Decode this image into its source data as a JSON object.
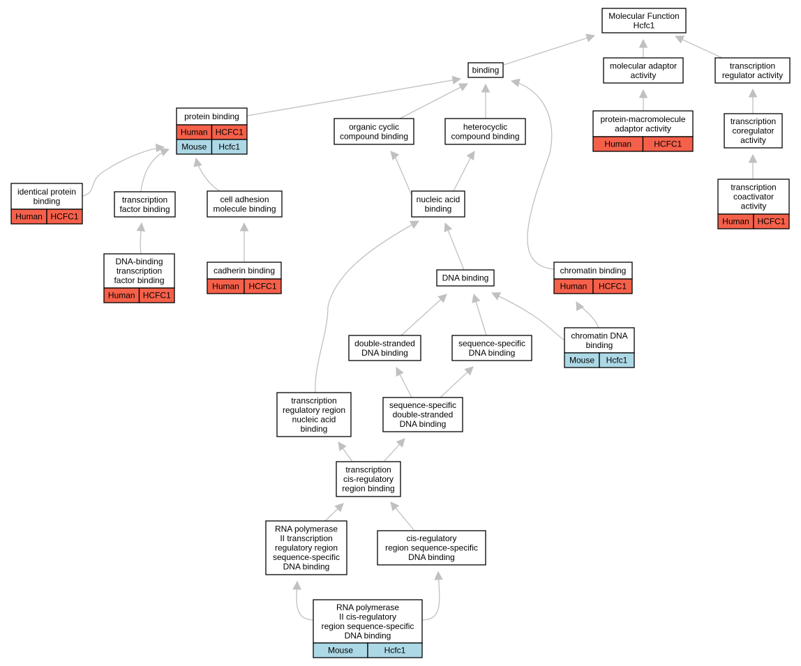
{
  "colors": {
    "human": "#f5604a",
    "mouse": "#add8e6",
    "edge": "#c0c0c0",
    "node_border": "#000000",
    "background": "#ffffff"
  },
  "nodes": {
    "molecular_function": {
      "lines": [
        "Molecular Function",
        "Hcfc1"
      ]
    },
    "binding": {
      "lines": [
        "binding"
      ]
    },
    "molecular_adaptor_activity": {
      "lines": [
        "molecular adaptor",
        "activity"
      ]
    },
    "transcription_regulator_activity": {
      "lines": [
        "transcription",
        "regulator activity"
      ]
    },
    "protein_binding": {
      "lines": [
        "protein binding"
      ],
      "annotations": [
        {
          "species": "Human",
          "gene": "HCFC1"
        },
        {
          "species": "Mouse",
          "gene": "Hcfc1"
        }
      ]
    },
    "organic_cyclic_compound_binding": {
      "lines": [
        "organic cyclic",
        "compound binding"
      ]
    },
    "heterocyclic_compound_binding": {
      "lines": [
        "heterocyclic",
        "compound binding"
      ]
    },
    "protein_macromolecule_adaptor_activity": {
      "lines": [
        "protein-macromolecule",
        "adaptor activity"
      ],
      "annotations": [
        {
          "species": "Human",
          "gene": "HCFC1"
        }
      ]
    },
    "transcription_coregulator_activity": {
      "lines": [
        "transcription",
        "coregulator",
        "activity"
      ]
    },
    "identical_protein_binding": {
      "lines": [
        "identical protein",
        "binding"
      ],
      "annotations": [
        {
          "species": "Human",
          "gene": "HCFC1"
        }
      ]
    },
    "transcription_factor_binding": {
      "lines": [
        "transcription",
        "factor binding"
      ]
    },
    "cell_adhesion_molecule_binding": {
      "lines": [
        "cell adhesion",
        "molecule binding"
      ]
    },
    "nucleic_acid_binding": {
      "lines": [
        "nucleic acid",
        "binding"
      ]
    },
    "transcription_coactivator_activity": {
      "lines": [
        "transcription",
        "coactivator",
        "activity"
      ],
      "annotations": [
        {
          "species": "Human",
          "gene": "HCFC1"
        }
      ]
    },
    "dna_binding_transcription_factor_binding": {
      "lines": [
        "DNA-binding",
        "transcription",
        "factor binding"
      ],
      "annotations": [
        {
          "species": "Human",
          "gene": "HCFC1"
        }
      ]
    },
    "cadherin_binding": {
      "lines": [
        "cadherin binding"
      ],
      "annotations": [
        {
          "species": "Human",
          "gene": "HCFC1"
        }
      ]
    },
    "dna_binding": {
      "lines": [
        "DNA binding"
      ]
    },
    "chromatin_binding": {
      "lines": [
        "chromatin binding"
      ],
      "annotations": [
        {
          "species": "Human",
          "gene": "HCFC1"
        }
      ]
    },
    "double_stranded_dna_binding": {
      "lines": [
        "double-stranded",
        "DNA binding"
      ]
    },
    "sequence_specific_dna_binding": {
      "lines": [
        "sequence-specific",
        "DNA binding"
      ]
    },
    "chromatin_dna_binding": {
      "lines": [
        "chromatin DNA",
        "binding"
      ],
      "annotations": [
        {
          "species": "Mouse",
          "gene": "Hcfc1"
        }
      ]
    },
    "transcription_regulatory_region_nucleic_acid_binding": {
      "lines": [
        "transcription",
        "regulatory region",
        "nucleic acid",
        "binding"
      ]
    },
    "sequence_specific_double_stranded_dna_binding": {
      "lines": [
        "sequence-specific",
        "double-stranded",
        "DNA binding"
      ]
    },
    "transcription_cis_regulatory_region_binding": {
      "lines": [
        "transcription",
        "cis-regulatory",
        "region binding"
      ]
    },
    "rna_pol_ii_transcription_regulatory_region_seq_specific_dna_binding": {
      "lines": [
        "RNA polymerase",
        "II transcription",
        "regulatory region",
        "sequence-specific",
        "DNA binding"
      ]
    },
    "cis_regulatory_region_sequence_specific_dna_binding": {
      "lines": [
        "cis-regulatory",
        "region sequence-specific",
        "DNA binding"
      ]
    },
    "rna_pol_ii_cis_regulatory_region_seq_specific_dna_binding": {
      "lines": [
        "RNA polymerase",
        "II cis-regulatory",
        "region sequence-specific",
        "DNA binding"
      ],
      "annotations": [
        {
          "species": "Mouse",
          "gene": "Hcfc1"
        }
      ]
    }
  },
  "edges": [
    {
      "from": "binding",
      "to": "molecular_function"
    },
    {
      "from": "molecular_adaptor_activity",
      "to": "molecular_function"
    },
    {
      "from": "transcription_regulator_activity",
      "to": "molecular_function"
    },
    {
      "from": "protein_binding",
      "to": "binding"
    },
    {
      "from": "organic_cyclic_compound_binding",
      "to": "binding"
    },
    {
      "from": "heterocyclic_compound_binding",
      "to": "binding"
    },
    {
      "from": "chromatin_binding",
      "to": "binding"
    },
    {
      "from": "protein_macromolecule_adaptor_activity",
      "to": "molecular_adaptor_activity"
    },
    {
      "from": "transcription_coregulator_activity",
      "to": "transcription_regulator_activity"
    },
    {
      "from": "transcription_coactivator_activity",
      "to": "transcription_coregulator_activity"
    },
    {
      "from": "identical_protein_binding",
      "to": "protein_binding"
    },
    {
      "from": "transcription_factor_binding",
      "to": "protein_binding"
    },
    {
      "from": "cell_adhesion_molecule_binding",
      "to": "protein_binding"
    },
    {
      "from": "dna_binding_transcription_factor_binding",
      "to": "transcription_factor_binding"
    },
    {
      "from": "cadherin_binding",
      "to": "cell_adhesion_molecule_binding"
    },
    {
      "from": "nucleic_acid_binding",
      "to": "organic_cyclic_compound_binding"
    },
    {
      "from": "nucleic_acid_binding",
      "to": "heterocyclic_compound_binding"
    },
    {
      "from": "dna_binding",
      "to": "nucleic_acid_binding"
    },
    {
      "from": "transcription_regulatory_region_nucleic_acid_binding",
      "to": "nucleic_acid_binding"
    },
    {
      "from": "double_stranded_dna_binding",
      "to": "dna_binding"
    },
    {
      "from": "sequence_specific_dna_binding",
      "to": "dna_binding"
    },
    {
      "from": "chromatin_dna_binding",
      "to": "dna_binding"
    },
    {
      "from": "chromatin_dna_binding",
      "to": "chromatin_binding"
    },
    {
      "from": "sequence_specific_double_stranded_dna_binding",
      "to": "double_stranded_dna_binding"
    },
    {
      "from": "sequence_specific_double_stranded_dna_binding",
      "to": "sequence_specific_dna_binding"
    },
    {
      "from": "transcription_cis_regulatory_region_binding",
      "to": "transcription_regulatory_region_nucleic_acid_binding"
    },
    {
      "from": "transcription_cis_regulatory_region_binding",
      "to": "sequence_specific_double_stranded_dna_binding"
    },
    {
      "from": "rna_pol_ii_transcription_regulatory_region_seq_specific_dna_binding",
      "to": "transcription_cis_regulatory_region_binding"
    },
    {
      "from": "cis_regulatory_region_sequence_specific_dna_binding",
      "to": "transcription_cis_regulatory_region_binding"
    },
    {
      "from": "rna_pol_ii_cis_regulatory_region_seq_specific_dna_binding",
      "to": "rna_pol_ii_transcription_regulatory_region_seq_specific_dna_binding"
    },
    {
      "from": "rna_pol_ii_cis_regulatory_region_seq_specific_dna_binding",
      "to": "cis_regulatory_region_sequence_specific_dna_binding"
    }
  ]
}
